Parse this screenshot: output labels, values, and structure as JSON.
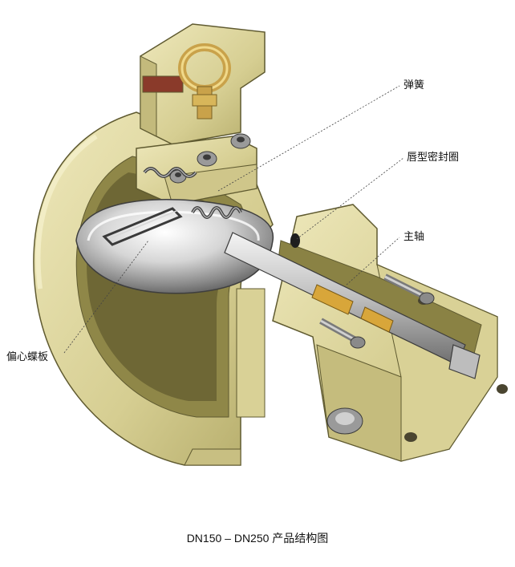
{
  "labels": {
    "spring": "弹簧",
    "lip_seal": "唇型密封圈",
    "main_shaft": "主轴",
    "eccentric_disc": "偏心蝶板"
  },
  "caption": "DN150 – DN250 产品结构图",
  "colors": {
    "body": "#d9d29a",
    "body_shadow": "#a89f5c",
    "body_highlight": "#f1ecc0",
    "steel": "#c9c9c9",
    "steel_dark": "#7d7d7d",
    "brass": "#d8a63a",
    "leader": "#444444"
  }
}
